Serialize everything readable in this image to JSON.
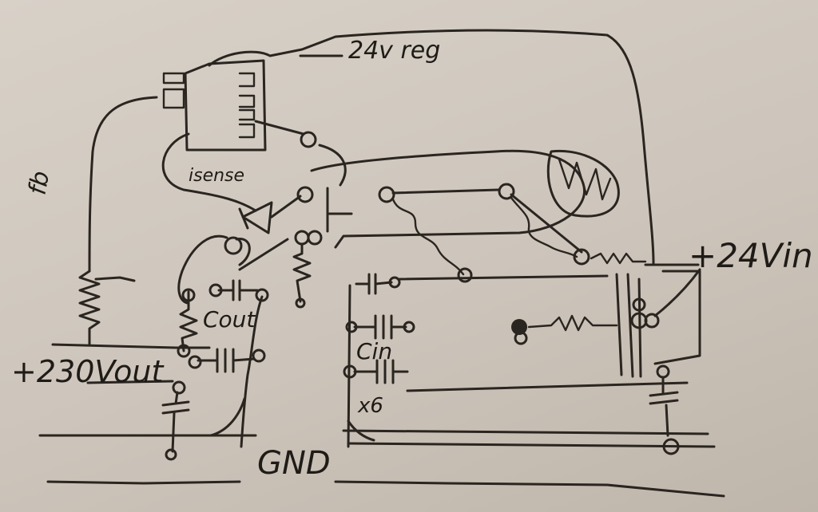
{
  "labels": {
    "reg": "24v reg",
    "fb": "fb",
    "isense": "isense",
    "cout": "Cout",
    "cin": "Cin",
    "x6": "x6",
    "vout": "+230Vout",
    "vin": "+24Vin",
    "gnd": "GND"
  }
}
